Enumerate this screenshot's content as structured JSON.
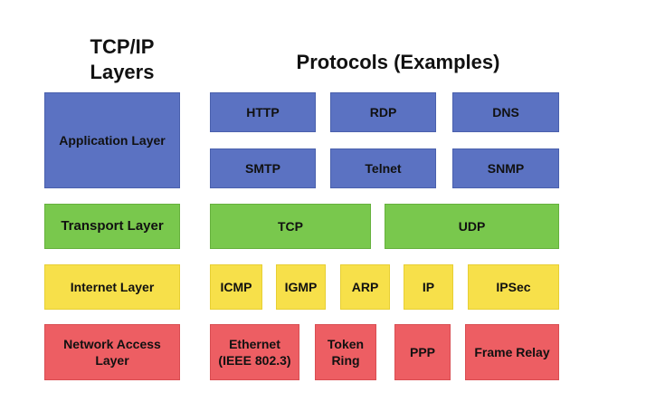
{
  "titles": {
    "layers_line1": "TCP/IP",
    "layers_line2": "Layers",
    "protocols": "Protocols (Examples)"
  },
  "layers": {
    "application": "Application Layer",
    "transport": "Transport Layer",
    "internet": "Internet Layer",
    "network_access_line1": "Network Access",
    "network_access_line2": "Layer"
  },
  "protocols": {
    "application": [
      "HTTP",
      "RDP",
      "DNS",
      "SMTP",
      "Telnet",
      "SNMP"
    ],
    "transport": [
      "TCP",
      "UDP"
    ],
    "internet": [
      "ICMP",
      "IGMP",
      "ARP",
      "IP",
      "IPSec"
    ],
    "network_access": {
      "ethernet_line1": "Ethernet",
      "ethernet_line2": "(IEEE 802.3)",
      "token_ring_line1": "Token",
      "token_ring_line2": "Ring",
      "ppp": "PPP",
      "frame_relay": "Frame Relay"
    }
  },
  "colors": {
    "application": "#5b72c2",
    "transport": "#79c84d",
    "internet": "#f7e04a",
    "network_access": "#ed5e63"
  }
}
